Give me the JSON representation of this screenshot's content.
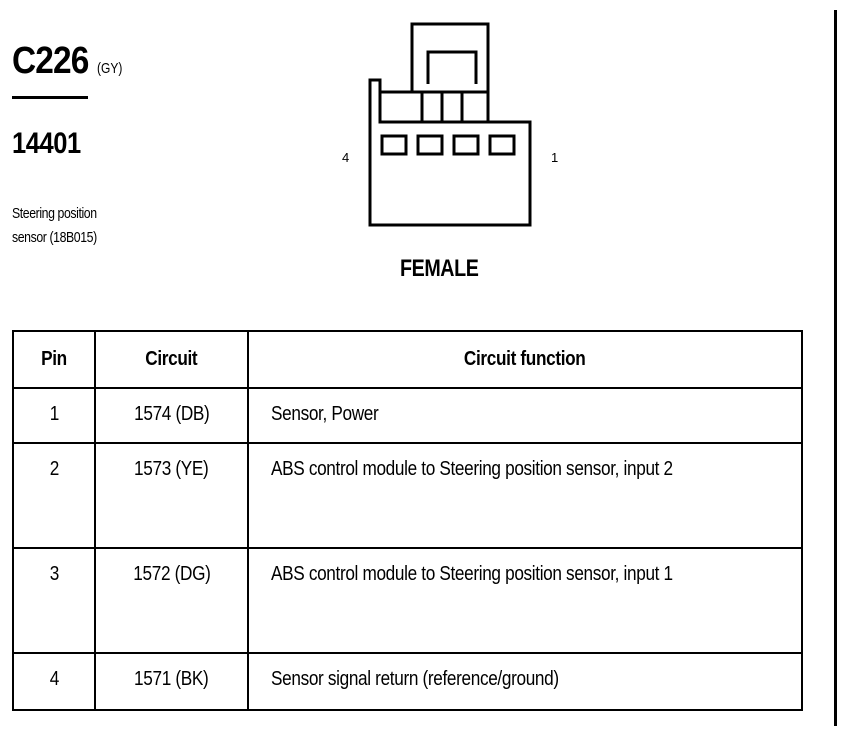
{
  "header": {
    "connector_code": "C226",
    "connector_color": "(GY)",
    "part_number": "14401",
    "description_line1": "Steering position",
    "description_line2": "sensor (18B015)"
  },
  "connector": {
    "pin_label_left": "4",
    "pin_label_right": "1",
    "gender": "FEMALE"
  },
  "table": {
    "headers": {
      "pin": "Pin",
      "circuit": "Circuit",
      "function": "Circuit function"
    },
    "rows": [
      {
        "pin": "1",
        "circuit": "1574 (DB)",
        "function": "Sensor, Power"
      },
      {
        "pin": "2",
        "circuit": "1573 (YE)",
        "function": "ABS control module  to Steering position sensor, input 2"
      },
      {
        "pin": "3",
        "circuit": "1572 (DG)",
        "function": "ABS control module  to Steering position sensor, input 1"
      },
      {
        "pin": "4",
        "circuit": "1571 (BK)",
        "function": "Sensor signal return (reference/ground)"
      }
    ]
  }
}
